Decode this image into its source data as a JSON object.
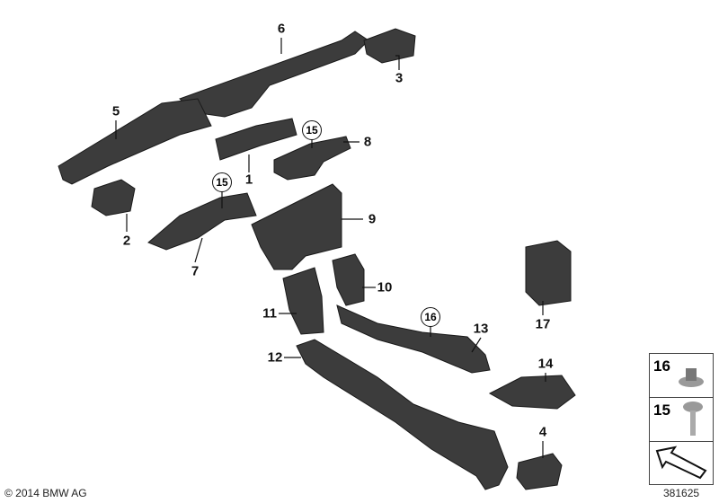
{
  "diagram": {
    "part_labels": [
      "1",
      "2",
      "3",
      "4",
      "5",
      "6",
      "7",
      "8",
      "9",
      "10",
      "11",
      "12",
      "13",
      "14",
      "17"
    ],
    "circled_labels": [
      "15",
      "15",
      "16"
    ],
    "legend": [
      {
        "number": "16",
        "icon": "hex-nut-icon"
      },
      {
        "number": "15",
        "icon": "screw-icon"
      },
      {
        "number": "",
        "icon": "arrow-icon"
      }
    ],
    "part_color": "#3a3a3a",
    "copyright": "© 2014 BMW AG",
    "diagram_id": "381625"
  }
}
